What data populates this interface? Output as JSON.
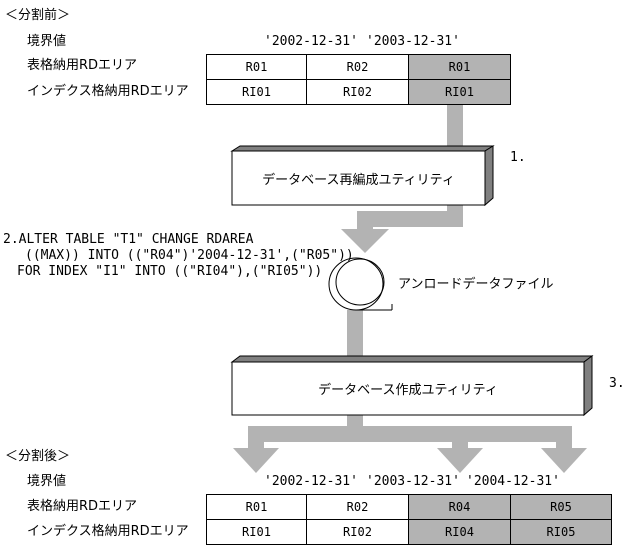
{
  "before": {
    "heading": "＜分割前＞",
    "boundary_label": "境界値",
    "boundary_values": [
      "'2002-12-31'",
      "'2003-12-31'"
    ],
    "table_rdarea_label": "表格納用RDエリア",
    "index_rdarea_label": "インデクス格納用RDエリア",
    "table_rdareas": [
      "R01",
      "R02",
      "R01"
    ],
    "index_rdareas": [
      "RI01",
      "RI02",
      "RI01"
    ]
  },
  "step1": {
    "number": "1.",
    "box_label": "データベース再編成ユティリティ"
  },
  "step2": {
    "line1": "2.ALTER TABLE \"T1\" CHANGE RDAREA",
    "line2": "((MAX)) INTO ((\"R04\")'2004-12-31',(\"R05\"))",
    "line3": "FOR INDEX \"I1\" INTO ((\"RI04\"),(\"RI05\"))"
  },
  "unload_file_label": "アンロードデータファイル",
  "step3": {
    "number": "3.",
    "box_label": "データベース作成ユティリティ"
  },
  "after": {
    "heading": "＜分割後＞",
    "boundary_label": "境界値",
    "boundary_values": [
      "'2002-12-31'",
      "'2003-12-31'",
      "'2004-12-31'"
    ],
    "table_rdarea_label": "表格納用RDエリア",
    "index_rdarea_label": "インデクス格納用RDエリア",
    "table_rdareas": [
      "R01",
      "R02",
      "R04",
      "R05"
    ],
    "index_rdareas": [
      "RI01",
      "RI02",
      "RI04",
      "RI05"
    ]
  },
  "colors": {
    "arrow": "#b3b3b3",
    "shaded_cell": "#b3b3b3",
    "box_shadow": "#808080"
  }
}
